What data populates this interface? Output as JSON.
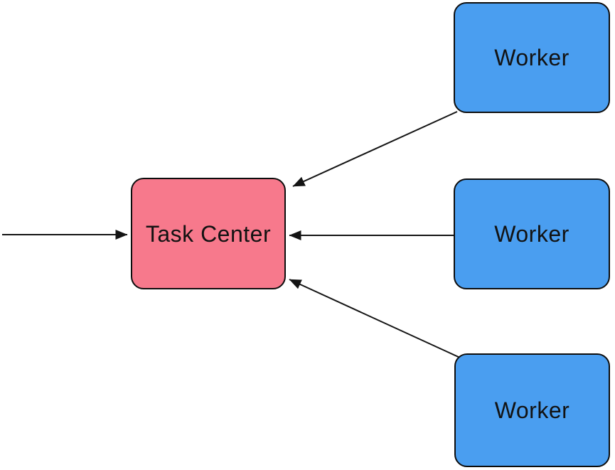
{
  "diagram": {
    "nodes": [
      {
        "id": "task-center",
        "label": "Task Center",
        "fill": "#F7798C",
        "shape": "rounded-rect"
      },
      {
        "id": "worker-1",
        "label": "Worker",
        "fill": "#4A9EF0",
        "shape": "rounded-rect"
      },
      {
        "id": "worker-2",
        "label": "Worker",
        "fill": "#4A9EF0",
        "shape": "rounded-rect"
      },
      {
        "id": "worker-3",
        "label": "Worker",
        "fill": "#4A9EF0",
        "shape": "rounded-rect"
      }
    ],
    "edges": [
      {
        "from": "offscreen-left",
        "to": "task-center",
        "arrowhead": "end",
        "direction": "left-to-right"
      },
      {
        "from": "worker-1",
        "to": "task-center",
        "arrowhead": "end",
        "direction": "diagonal-down-left"
      },
      {
        "from": "worker-2",
        "to": "task-center",
        "arrowhead": "end",
        "direction": "right-to-left"
      },
      {
        "from": "worker-3",
        "to": "task-center",
        "arrowhead": "end",
        "direction": "diagonal-up-left"
      }
    ]
  },
  "colors": {
    "task_center_fill": "#F7798C",
    "worker_fill": "#4A9EF0",
    "node_border": "#0D0D0D",
    "arrow_stroke": "#141414",
    "label_text": "#121212",
    "canvas_bg": "#FFFFFF"
  }
}
